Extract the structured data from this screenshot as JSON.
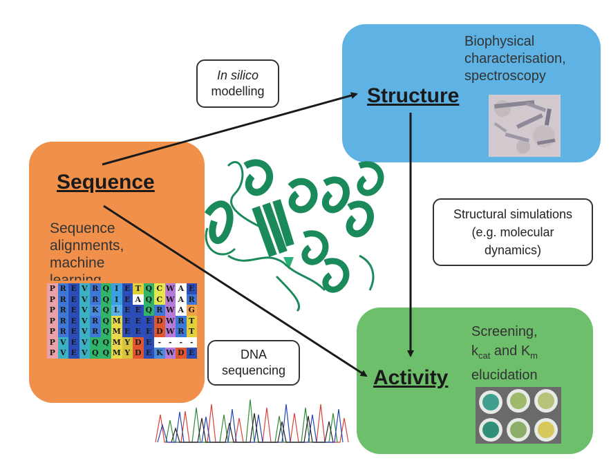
{
  "sequence": {
    "title": "Sequence",
    "description": [
      "Sequence",
      "alignments,",
      "machine",
      "learning"
    ],
    "alignment": [
      "PREVRQIETQCWAE",
      "PREVRQIEAQCWAR",
      "PREVKQLEEQRWAG",
      "PREVRQMEEEDWRT",
      "PREVRQMEEEDWRT",
      "PVEVQQMYDE----",
      "PVEVQQMYDEKWDE"
    ],
    "color": "#f0904a"
  },
  "structure": {
    "title": "Structure",
    "description": [
      "Biophysical",
      "characterisation,",
      "spectroscopy"
    ],
    "color": "#5eb3e4"
  },
  "activity": {
    "title": "Activity",
    "description_line1": "Screening,",
    "kcat_k": "k",
    "kcat_sub": "cat",
    "and_text": " and ",
    "km_k": "K",
    "km_sub": "m",
    "description_line3": "elucidation",
    "color": "#6dbf6b"
  },
  "notes": {
    "in_silico_italic": "In silico",
    "in_silico_rest": "modelling",
    "structural_simulations": [
      "Structural simulations",
      "(e.g. molecular",
      "dynamics)"
    ],
    "dna_sequencing": [
      "DNA",
      "sequencing"
    ]
  }
}
